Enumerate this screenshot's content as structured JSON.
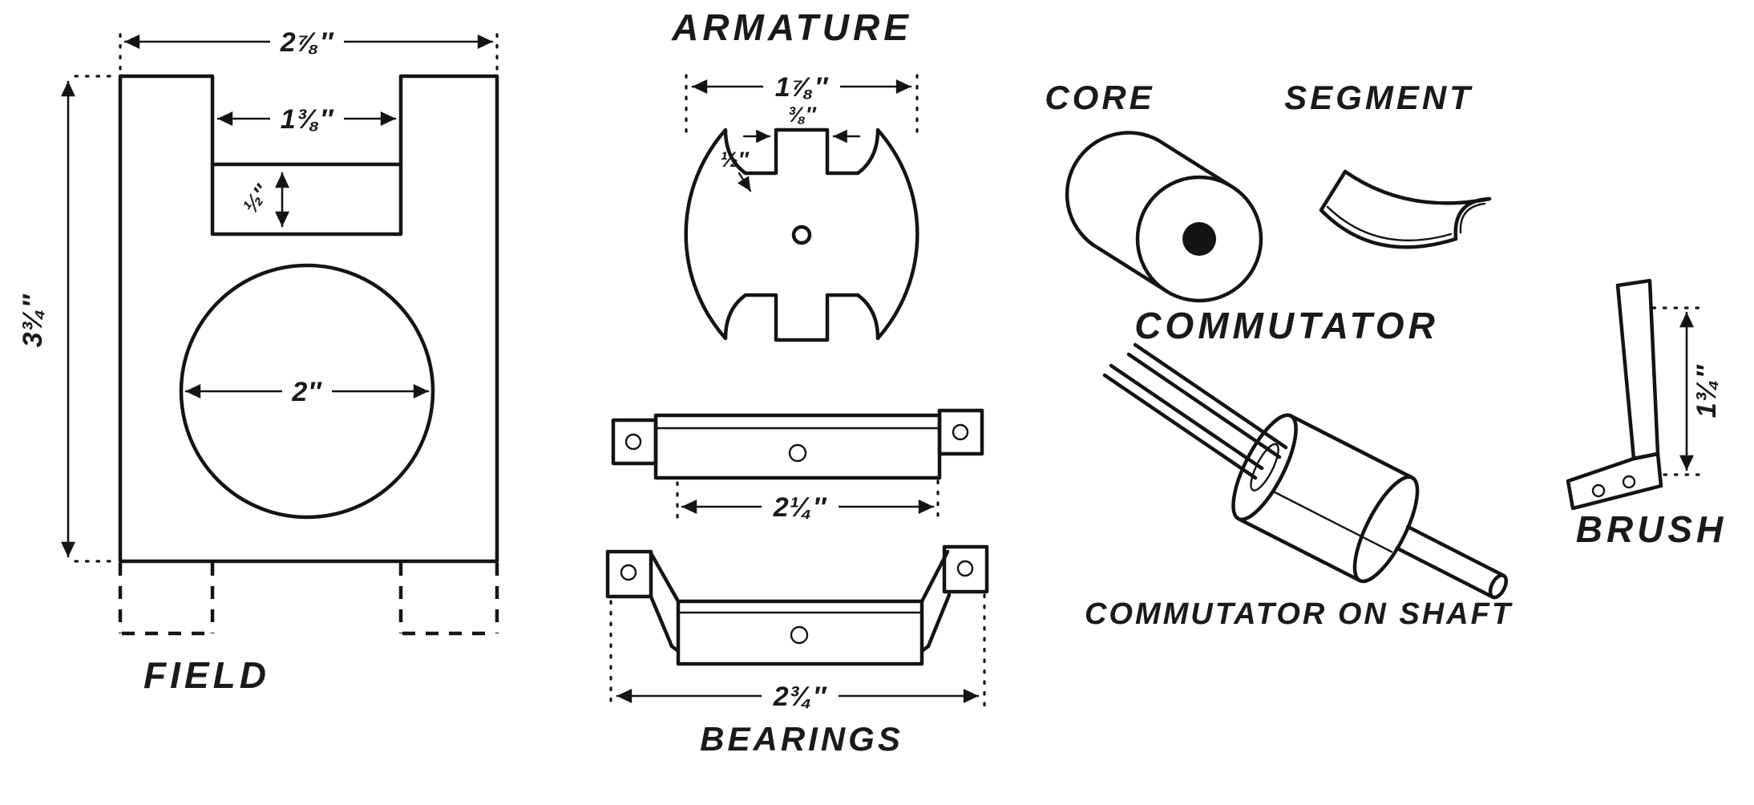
{
  "canvas": {
    "bg": "#ffffff",
    "ink": "#141414"
  },
  "field": {
    "label": "FIELD",
    "dim_width": "2⅞″",
    "dim_notch": "1⅜″",
    "dim_gap": "½″",
    "dim_height": "3¾″",
    "dim_bore": "2″"
  },
  "armature": {
    "label": "ARMATURE",
    "dim_width": "1⅞″",
    "dim_tab": "⅜″",
    "dim_slot": "½″"
  },
  "bearings": {
    "label": "BEARINGS",
    "dim_upper": "2¼″",
    "dim_lower": "2¾″"
  },
  "commutator": {
    "core_label": "CORE",
    "segment_label": "SEGMENT",
    "label": "COMMUTATOR",
    "on_shaft_label": "COMMUTATOR ON SHAFT"
  },
  "brush": {
    "label": "BRUSH",
    "dim_length": "1¾″"
  }
}
